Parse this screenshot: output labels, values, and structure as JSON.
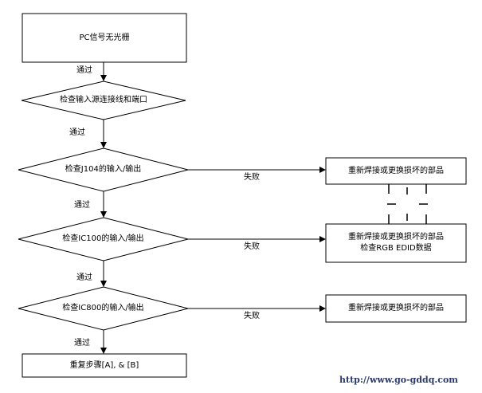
{
  "nodes": {
    "start": "PC信号无光栅",
    "check_source": "检查输入源连接线和端口",
    "check_j104": "检查J104的输入/输出",
    "check_ic100": "检查IC100的输入/输出",
    "check_ic800": "检查IC800的输入/输出",
    "end": "重复步骤[A], & [B]",
    "fix_1": "重新焊接或更换损坏的部品",
    "fix_2_line1": "重新焊接或更换损坏的部品",
    "fix_2_line2": "检查RGB EDID数据",
    "fix_3": "重新焊接或更换损坏的部品"
  },
  "edge_labels": {
    "pass_1": "通过",
    "pass_2": "通过",
    "pass_3": "通过",
    "pass_4": "通过",
    "pass_5": "通过",
    "fail_1": "失败",
    "fail_2": "失败",
    "fail_3": "失败"
  },
  "watermark": "http://www.go-gddq.com"
}
